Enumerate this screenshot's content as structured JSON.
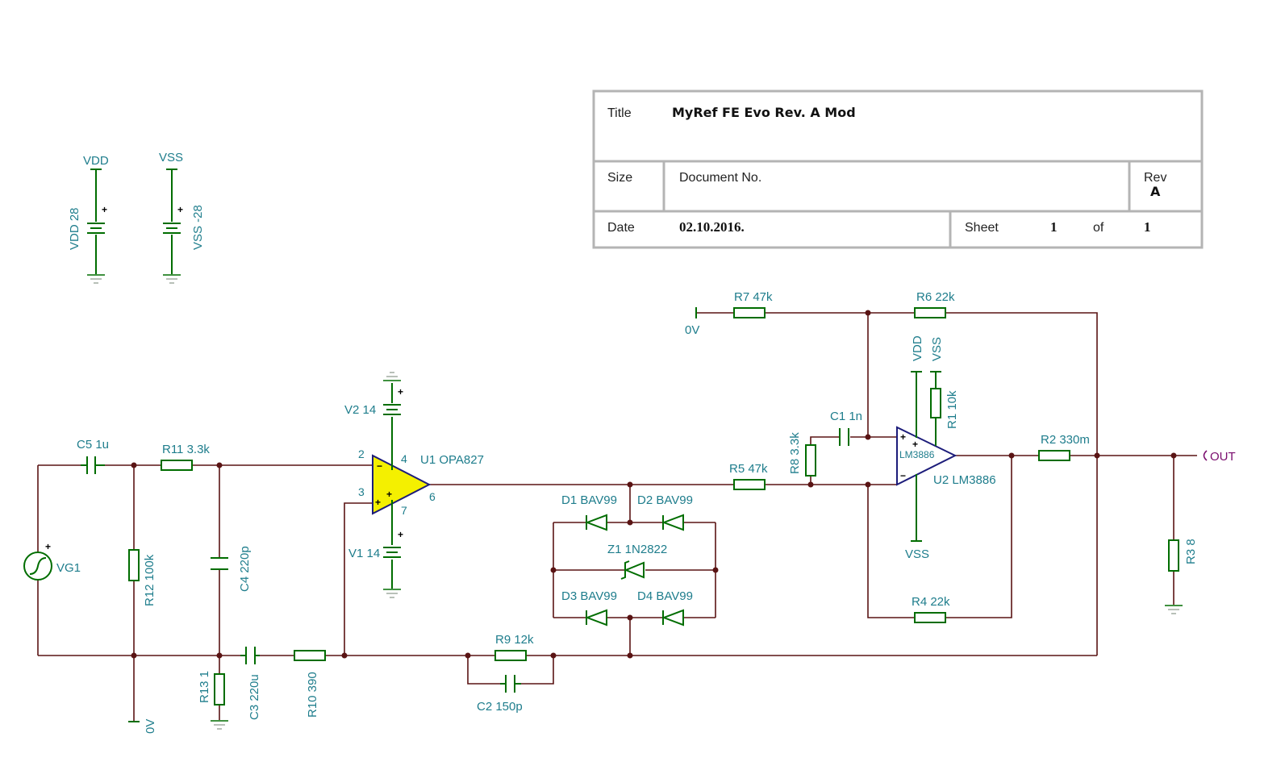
{
  "title_block": {
    "title_label": "Title",
    "title_value": "MyRef FE Evo Rev. A Mod",
    "size_label": "Size",
    "docno_label": "Document No.",
    "rev_label": "Rev",
    "rev_value": "A",
    "date_label": "Date",
    "date_value": "02.10.2016.",
    "sheet_label": "Sheet",
    "sheet_value": "1",
    "of_label": "of",
    "of_value": "1"
  },
  "supplies": {
    "vdd_net": "VDD",
    "vdd_label": "VDD 28",
    "vss_net": "VSS",
    "vss_label": "VSS -28"
  },
  "components": {
    "c5": "C5 1u",
    "r11": "R11 3.3k",
    "r12": "R12 100k",
    "c4": "C4 220p",
    "r13": "R13 1",
    "c3": "C3 220u",
    "r10": "R10 390",
    "vg1": "VG1",
    "u1": "U1 OPA827",
    "v2": "V2 14",
    "v1": "V1 14",
    "d1": "D1 BAV99",
    "d2": "D2 BAV99",
    "d3": "D3 BAV99",
    "d4": "D4 BAV99",
    "z1": "Z1 1N2822",
    "r9": "R9 12k",
    "c2": "C2 150p",
    "r5": "R5 47k",
    "r8": "R8 3.3k",
    "c1": "C1 1n",
    "r7": "R7 47k",
    "r6": "R6 22k",
    "r1": "R1 10k",
    "u2": "U2 LM3886",
    "u2_body": "LM3886",
    "r4": "R4 22k",
    "r2": "R2 330m",
    "r3": "R3 8",
    "out": "OUT"
  },
  "nets": {
    "zero_v": "0V",
    "vdd": "VDD",
    "vss": "VSS"
  },
  "pins": {
    "u1_p2": "2",
    "u1_p3": "3",
    "u1_p4": "4",
    "u1_p6": "6",
    "u1_p7": "7",
    "plus": "+",
    "minus": "−"
  },
  "colors": {
    "wire": "#5a1414",
    "component": "#006d00",
    "label": "#1e7d8c",
    "opamp_fill": "#f4f000",
    "opamp2_outline": "#1c1c7a",
    "out_port": "#7a0d6e"
  }
}
